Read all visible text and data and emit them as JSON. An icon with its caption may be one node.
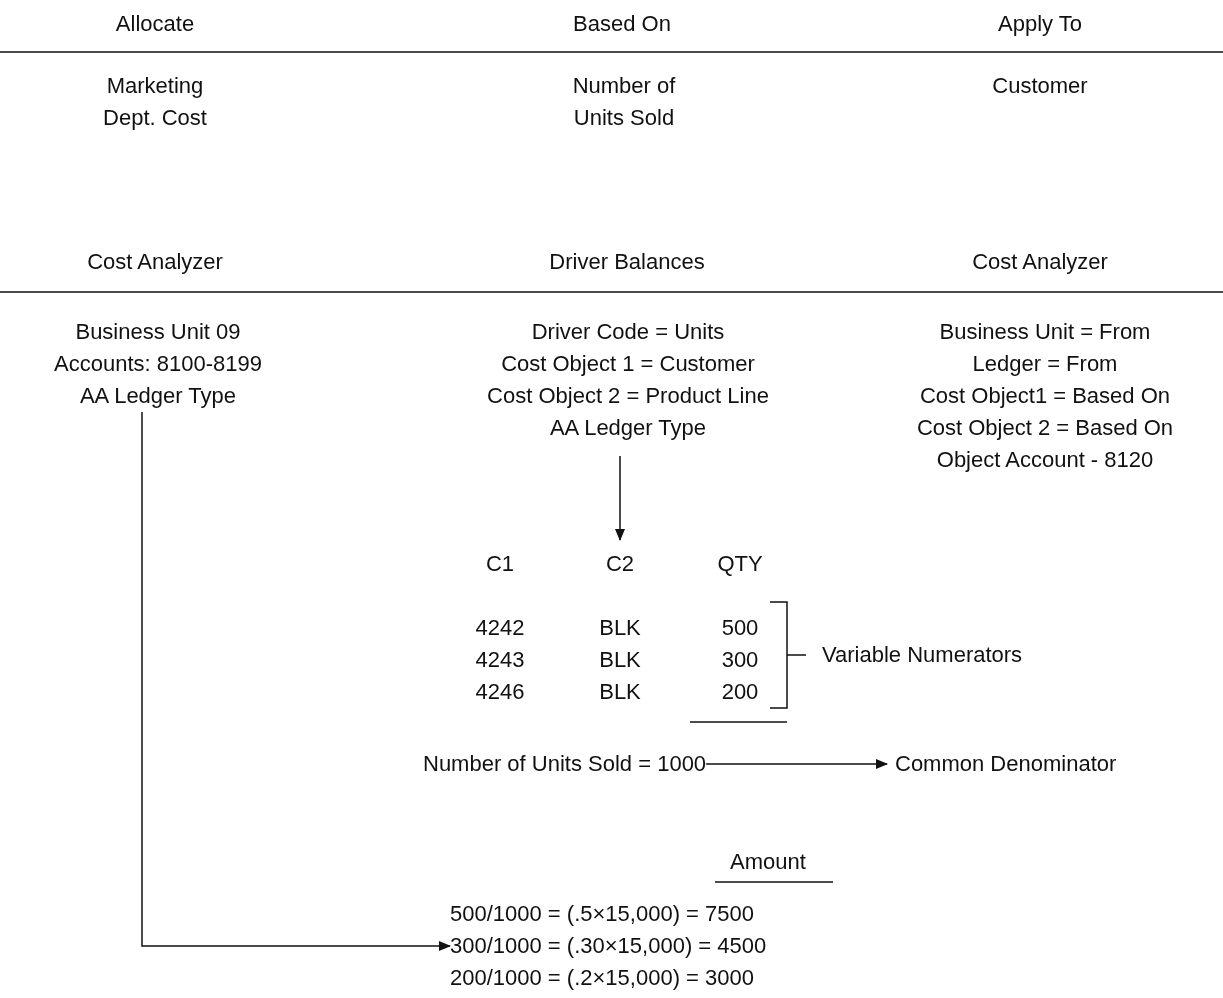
{
  "diagram": {
    "nodes": [
      {
        "text": [
          "Business Unit 09",
          "Accounts: 8100-8199",
          "AA Ledger Type"
        ]
      },
      {
        "text": [
          "Driver Code = Units",
          "Cost Object 1 = Customer",
          "Cost Object 2 = Product Line",
          "AA Ledger Type"
        ]
      },
      {
        "text": [
          "C1",
          "C2",
          "QTY",
          "4242",
          "BLK",
          "500",
          "4243",
          "BLK",
          "300",
          "4246",
          "BLK",
          "200"
        ]
      },
      {
        "text": [
          "Number of Units Sold = 1000"
        ]
      },
      {
        "text": [
          "Common Denominator"
        ]
      },
      {
        "text": [
          "500/1000 = (.5×15,000) = 7500",
          "300/1000 = (.30×15,000) = 4500",
          "200/1000 = (.2×15,000) = 3000"
        ]
      }
    ],
    "edges": [
      {
        "from": 0,
        "to": 5,
        "arrow": "to"
      },
      {
        "from": 1,
        "to": 2,
        "arrow": "to"
      },
      {
        "from": 3,
        "to": 4,
        "arrow": "to"
      }
    ],
    "labels": [
      "Allocate",
      "Based On",
      "Apply To",
      "Marketing Dept. Cost",
      "Number of Units Sold",
      "Customer",
      "Cost Analyzer",
      "Driver Balances",
      "Cost Analyzer",
      "Business Unit = From",
      "Ledger = From",
      "Cost Object1 = Based On",
      "Cost Object 2 = Based On",
      "Object Account - 8120",
      "Variable Numerators",
      "Amount"
    ]
  }
}
